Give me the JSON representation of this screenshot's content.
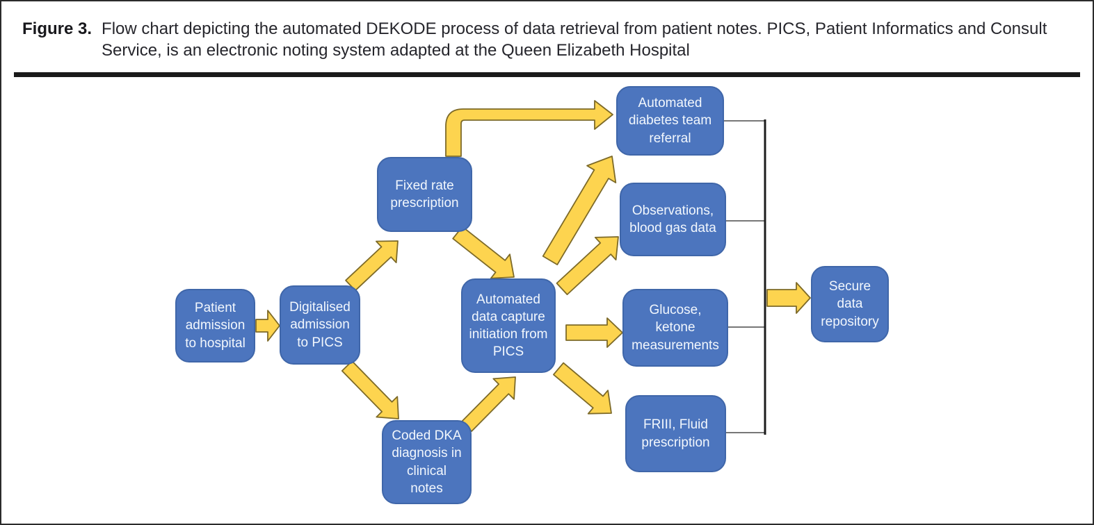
{
  "caption": {
    "label": "Figure 3.",
    "text": "Flow chart depicting the automated DEKODE process of data retrieval from patient notes. PICS, Patient Informatics and Consult Service, is an electronic noting system adapted at the Queen Elizabeth Hospital"
  },
  "nodes": [
    {
      "id": "patient",
      "label": "Patient admission to hospital"
    },
    {
      "id": "digitalised",
      "label": "Digitalised admission to PICS"
    },
    {
      "id": "fixed-rate",
      "label": "Fixed rate prescription"
    },
    {
      "id": "coded-dka",
      "label": "Coded DKA diagnosis in clinical notes"
    },
    {
      "id": "auto-capture",
      "label": "Automated data capture initiation from PICS"
    },
    {
      "id": "referral",
      "label": "Automated diabetes team referral"
    },
    {
      "id": "observations",
      "label": "Observations, blood gas data"
    },
    {
      "id": "glucose",
      "label": "Glucose, ketone measurements"
    },
    {
      "id": "friii",
      "label": "FRIII, Fluid prescription"
    },
    {
      "id": "repo",
      "label": "Secure data repository"
    }
  ],
  "edges": [
    {
      "from": "patient",
      "to": "digitalised"
    },
    {
      "from": "digitalised",
      "to": "fixed-rate"
    },
    {
      "from": "digitalised",
      "to": "coded-dka"
    },
    {
      "from": "fixed-rate",
      "to": "referral"
    },
    {
      "from": "fixed-rate",
      "to": "auto-capture"
    },
    {
      "from": "coded-dka",
      "to": "auto-capture"
    },
    {
      "from": "auto-capture",
      "to": "referral"
    },
    {
      "from": "auto-capture",
      "to": "observations"
    },
    {
      "from": "auto-capture",
      "to": "glucose"
    },
    {
      "from": "auto-capture",
      "to": "friii"
    },
    {
      "from": "referral",
      "to": "collector-line"
    },
    {
      "from": "observations",
      "to": "collector-line"
    },
    {
      "from": "glucose",
      "to": "collector-line"
    },
    {
      "from": "friii",
      "to": "collector-line"
    },
    {
      "from": "collector-line",
      "to": "repo"
    }
  ],
  "colors": {
    "box_fill": "#4c75be",
    "box_border": "#3f66a9",
    "box_text": "#f2f7fd",
    "arrow_fill": "#fdd44f",
    "arrow_stroke": "#7d6a28",
    "line_color": "#1c1c1c",
    "connector_color": "#4a4a4a",
    "caption_color": "#26262c",
    "frame_color": "#2b2b2b"
  }
}
